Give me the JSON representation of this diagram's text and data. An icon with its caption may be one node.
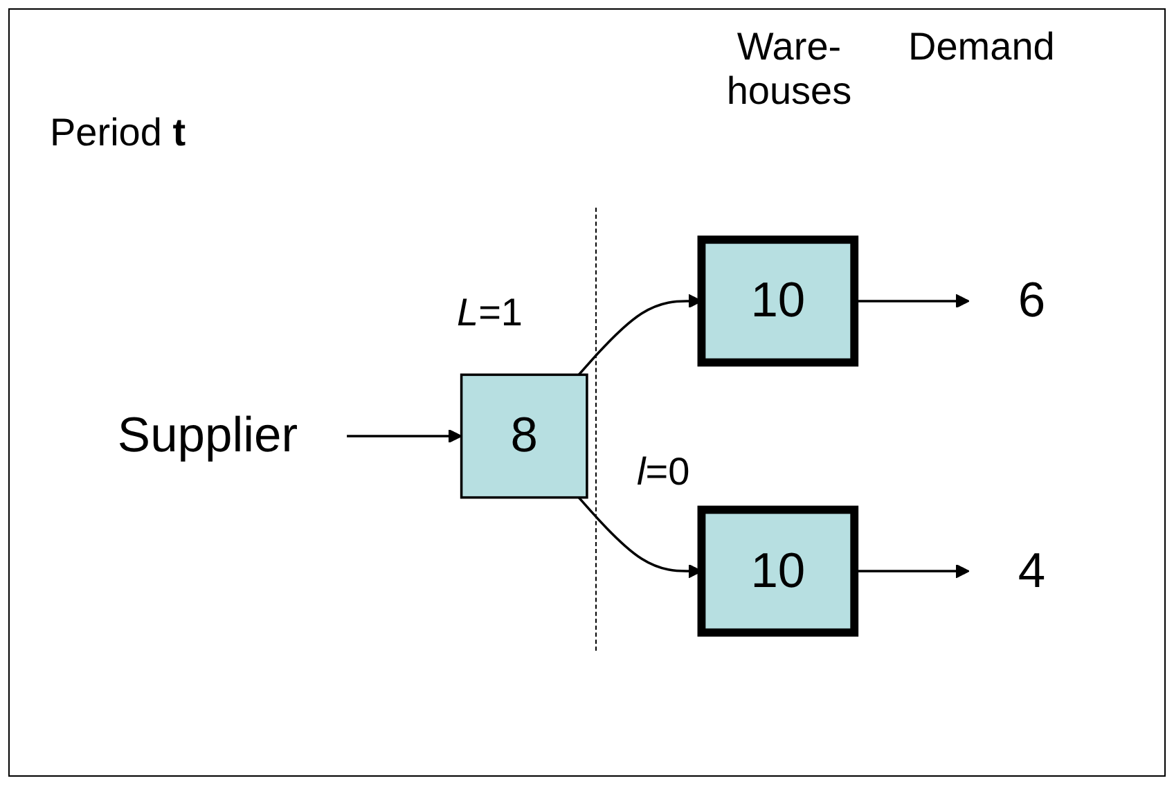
{
  "diagram": {
    "nodes": [
      {
        "text": [
          "Supplier"
        ]
      },
      {
        "text": [
          "8"
        ]
      },
      {
        "text": [
          "10"
        ]
      },
      {
        "text": [
          "10"
        ]
      },
      {
        "text": [
          "6"
        ]
      },
      {
        "text": [
          "4"
        ]
      }
    ],
    "edges": [
      {
        "from": 0,
        "to": 1,
        "arrow": "to"
      },
      {
        "from": 1,
        "to": 2,
        "arrow": "to"
      },
      {
        "from": 1,
        "to": 3,
        "arrow": "to"
      },
      {
        "from": 2,
        "to": 4,
        "arrow": "to"
      },
      {
        "from": 3,
        "to": 5,
        "arrow": "to"
      }
    ],
    "labels": [
      "Period **t**",
      "Ware- houses",
      "Demand",
      "*L*=1",
      "*l*=0"
    ]
  }
}
